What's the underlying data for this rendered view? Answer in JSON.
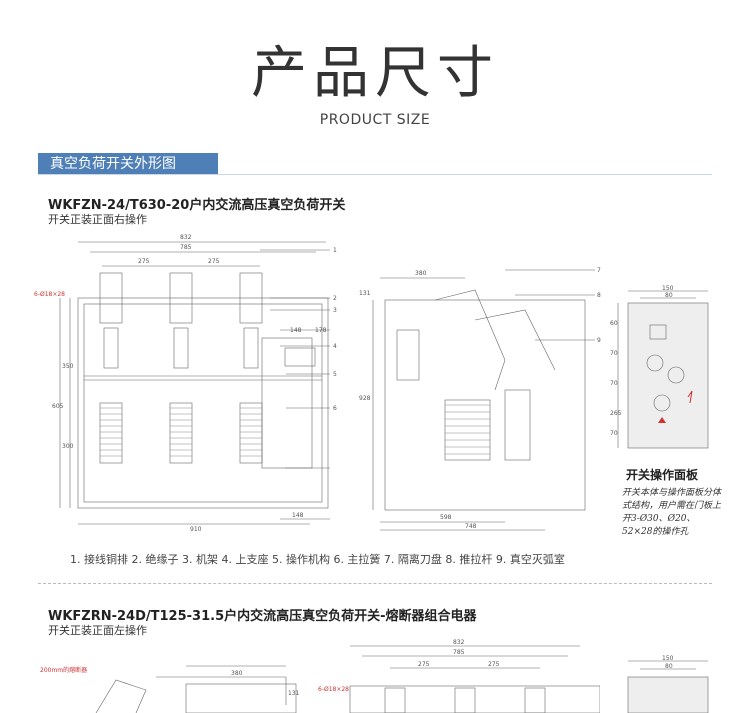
{
  "header": {
    "title_cn": "产品尺寸",
    "title_en": "PRODUCT SIZE"
  },
  "section": {
    "label": "真空负荷开关外形图"
  },
  "product1": {
    "model": "WKFZN-24/T630-20户内交流高压真空负荷开关",
    "mount": "开关正装正面右操作",
    "legend": "1. 接线铜排  2. 绝缘子  3. 机架  4. 上支座  5. 操作机构  6. 主拉簧  7. 隔离刀盘  8. 推拉杆  9. 真空灭弧室",
    "front_dims": {
      "top": "832",
      "upper": "785",
      "left_pitch": "275",
      "right_pitch": "275",
      "bottom": "910",
      "hole": "6-Ø18×28",
      "h_350": "350",
      "h_300": "300",
      "h_605": "605",
      "side_148a": "148",
      "side_148b": "148",
      "side_178": "178"
    },
    "callouts": [
      "1",
      "2",
      "3",
      "4",
      "5",
      "6"
    ],
    "side_dims": {
      "top": "380",
      "left_131": "131",
      "left_928": "928",
      "bottom_598": "598",
      "bottom_748": "748"
    },
    "side_callouts": [
      "7",
      "8",
      "9"
    ],
    "panel_dims": {
      "w150": "150",
      "w80": "80",
      "h60": "60",
      "h70a": "70",
      "h70b": "70",
      "h265": "265",
      "h70c": "70"
    },
    "panel_title": "开关操作面板",
    "panel_desc": "开关本体与操作面板分体式结构，用户需在门板上开3-Ø30、Ø20、52×28的操作孔"
  },
  "product2": {
    "model": "WKFZRN-24D/T125-31.5户内交流高压真空负荷开关-熔断器组合电器",
    "mount": "开关正装正面左操作",
    "fuse_label": "200mm的熔断器",
    "side_dims": {
      "top": "380",
      "left_131": "131"
    },
    "front_dims": {
      "top": "832",
      "upper": "785",
      "left_pitch": "275",
      "right_pitch": "275",
      "hole": "6-Ø18×28"
    },
    "panel_dims": {
      "w150": "150",
      "w80": "80"
    }
  },
  "colors": {
    "accent": "#4f7fb7",
    "divider": "#bbbbbb",
    "warning": "#cc3333"
  }
}
